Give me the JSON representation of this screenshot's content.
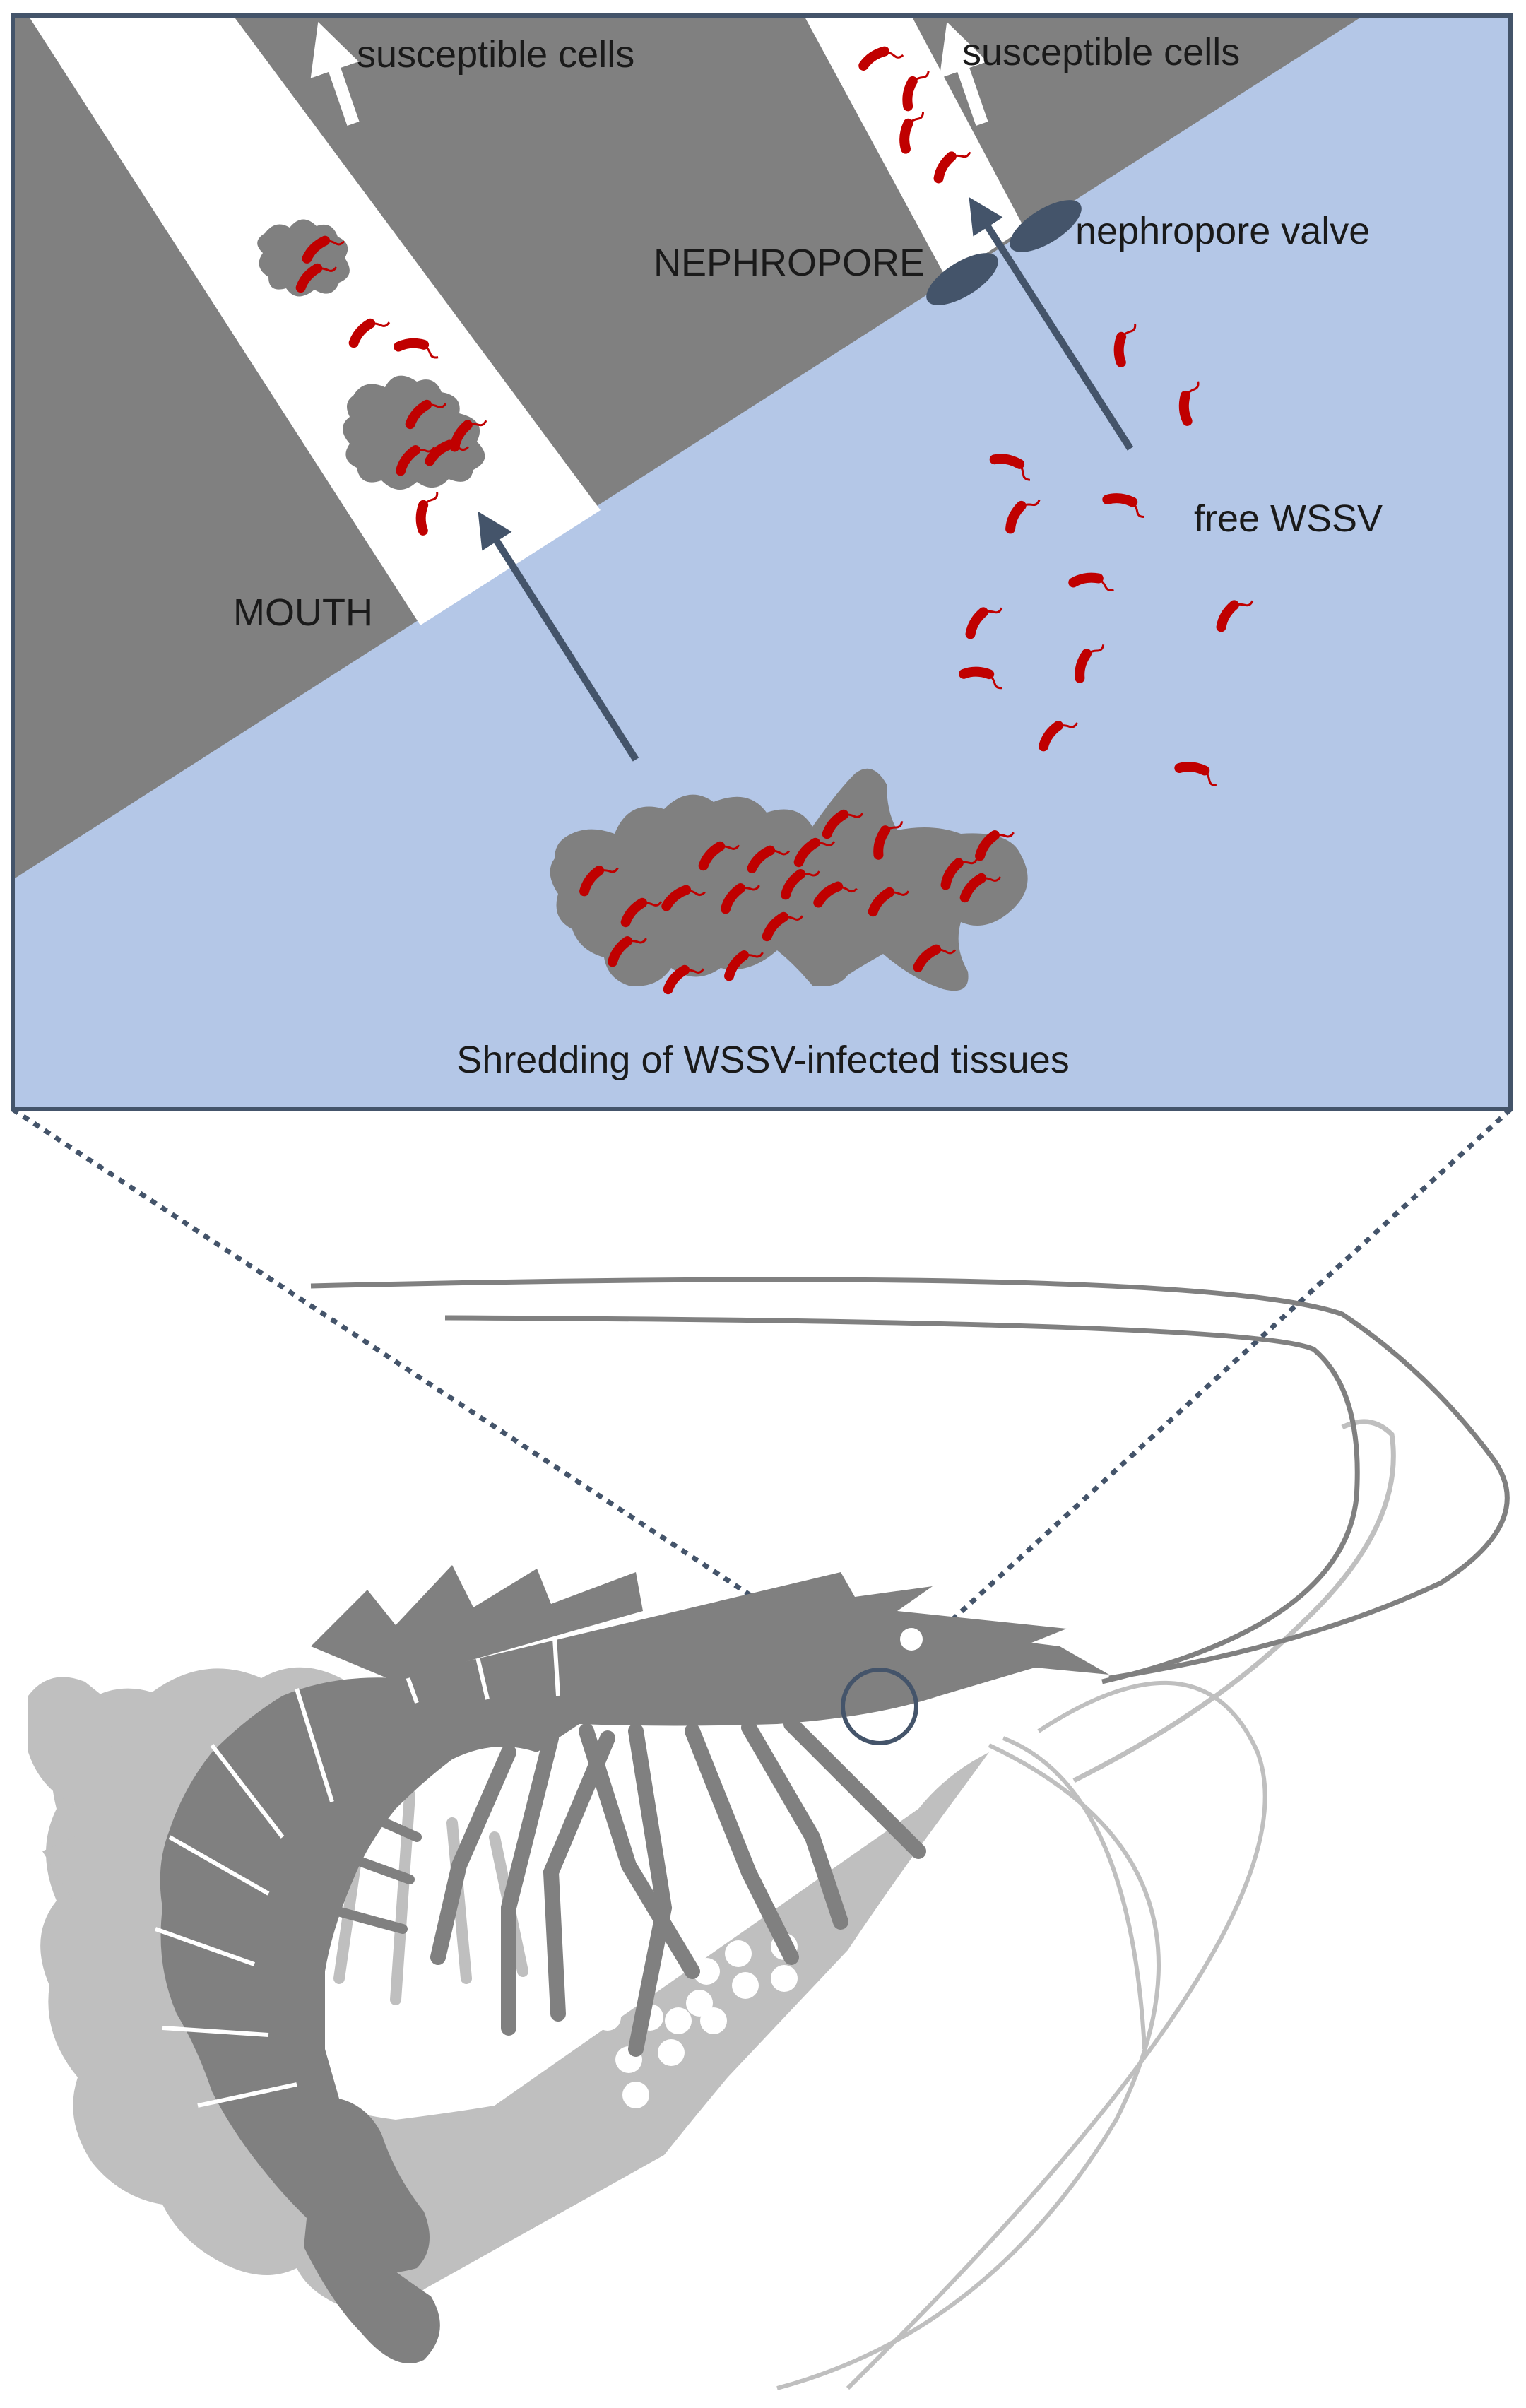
{
  "labels": {
    "susceptible_cells_left": "susceptible cells",
    "susceptible_cells_right": "susceptible cells",
    "nephropore": "NEPHROPORE",
    "nephropore_valve": "nephropore valve",
    "mouth": "MOUTH",
    "free_wssv": "free WSSV",
    "shredding": "Shredding of WSSV-infected tissues"
  },
  "colors": {
    "water": "#b4c7e7",
    "body_tissue": "#808080",
    "channel": "#ffffff",
    "virus": "#c00000",
    "arrow": "#44546a",
    "valve": "#44546a",
    "shrimp_dark": "#808080",
    "shrimp_light": "#bfbfbf",
    "eggs": "#ffffff"
  }
}
